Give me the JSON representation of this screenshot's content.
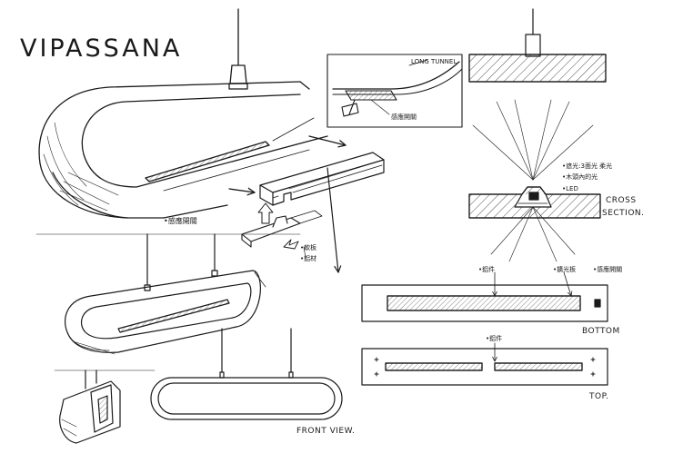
{
  "title": "VIPASSANA",
  "labels": {
    "long_tunnel": "LONG TUNNEL",
    "sensor_switch_top": "感應開關",
    "sensor_switch_main": "•感應開關",
    "light_notes": [
      "•遮光:3面光 柔光",
      "•木頭內的光"
    ],
    "led": "•LED",
    "cross_section": [
      "CROSS",
      "SECTION."
    ],
    "aluminum_part": "•鋁件",
    "diffuser": "•擴光板",
    "sensor_switch_bottom": "•感應開關",
    "bottom": "BOTTOM",
    "front_view": "FRONT VIEW.",
    "top_aluminum": "•鋁件",
    "top": "TOP.",
    "materials": [
      "•軟板",
      "•鋁材"
    ]
  },
  "colors": {
    "ink": "#1a1a1a",
    "paper": "#ffffff"
  }
}
